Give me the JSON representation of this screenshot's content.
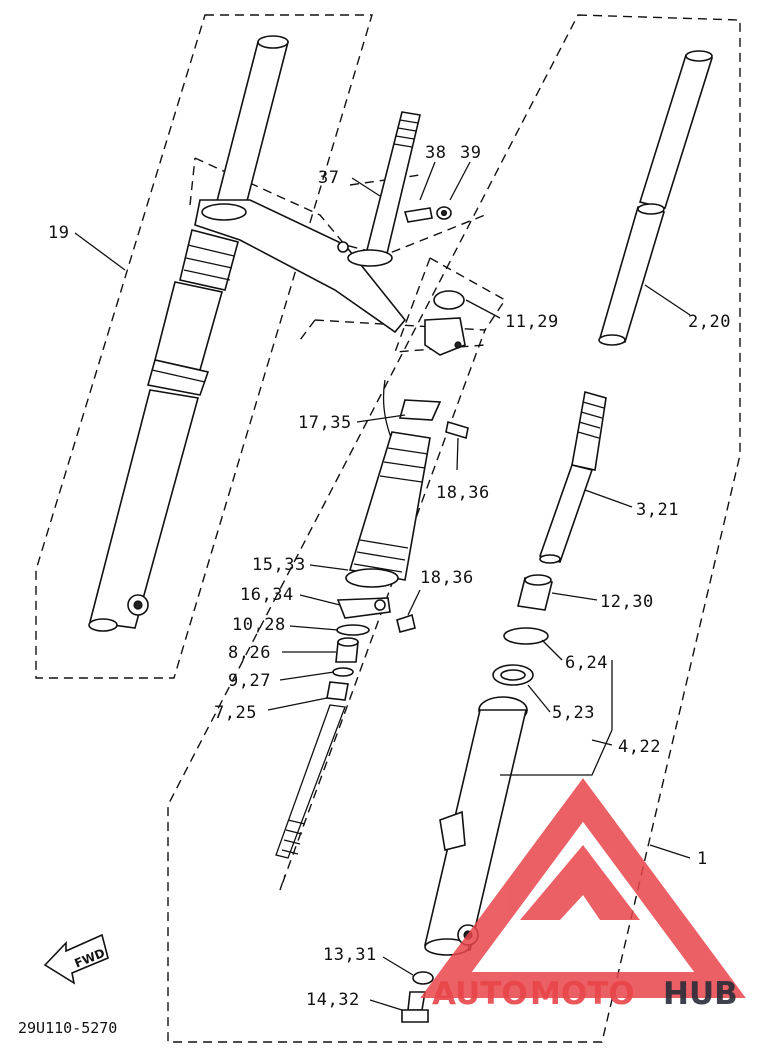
{
  "diagram": {
    "part_labels": [
      "19",
      "37",
      "38",
      "39",
      "11,29",
      "2,20",
      "17,35",
      "18,36",
      "3,21",
      "15,33",
      "18,36",
      "16,34",
      "12,30",
      "10,28",
      "8,26",
      "6,24",
      "9,27",
      "5,23",
      "7,25",
      "4,22",
      "1",
      "13,31",
      "14,32"
    ],
    "fwd_label": "FWD",
    "drawing_code": "29U110-5270"
  },
  "watermark": {
    "text_auto": "AUTO",
    "text_moto": "MOTO",
    "text_hub": "HUB",
    "colors": {
      "accent": "#e8454a",
      "dark": "#2b2d3a"
    }
  }
}
